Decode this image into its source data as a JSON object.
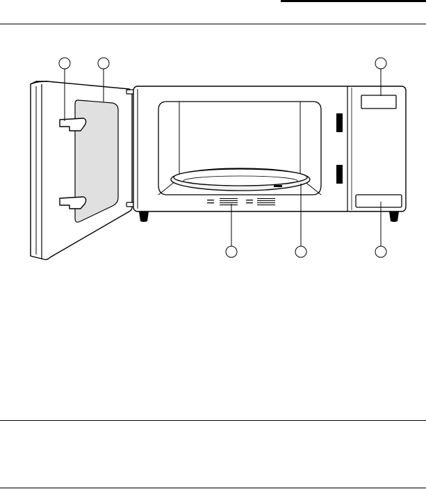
{
  "page": {
    "header_text": "",
    "footer_text": "",
    "page_number": ""
  },
  "diagram": {
    "subject": "microwave-oven-front-view-door-open",
    "callouts": [
      {
        "id": 1,
        "label": ""
      },
      {
        "id": 2,
        "label": ""
      },
      {
        "id": 3,
        "label": ""
      },
      {
        "id": 4,
        "label": ""
      },
      {
        "id": 5,
        "label": ""
      },
      {
        "id": 6,
        "label": ""
      }
    ],
    "colors": {
      "line": "#000000",
      "window_fill": "#e0e0e0",
      "body_fill": "#ffffff"
    }
  }
}
